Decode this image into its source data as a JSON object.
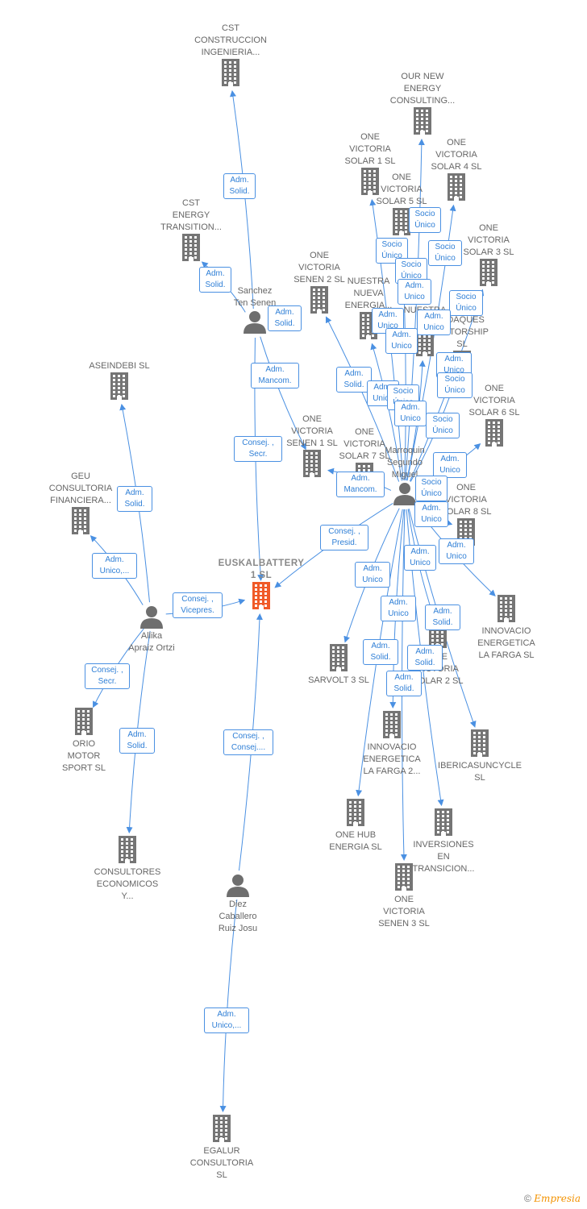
{
  "companies": [
    {
      "id": "cst_ci",
      "label": "CST\nCONSTRUCCION\nINGENIERIA..."
    },
    {
      "id": "cst_et",
      "label": "CST\nENERGY\nTRANSITION..."
    },
    {
      "id": "onc",
      "label": "OUR NEW\nENERGY\nCONSULTING..."
    },
    {
      "id": "ovs1",
      "label": "ONE\nVICTORIA\nSOLAR 1  SL"
    },
    {
      "id": "ovs4",
      "label": "ONE\nVICTORIA\nSOLAR 4  SL"
    },
    {
      "id": "ovs5",
      "label": "ONE\nVICTORIA\nSOLAR 5  SL"
    },
    {
      "id": "ovs3",
      "label": "ONE\nVICTORIA\nSOLAR 3  SL"
    },
    {
      "id": "ovsen2",
      "label": "ONE\nVICTORIA\nSENEN 2  SL"
    },
    {
      "id": "nne",
      "label": "NUESTRA\nNUEVA\nENERGIA..."
    },
    {
      "id": "nn2",
      "label": "NUESTRA\nN..."
    },
    {
      "id": "pds",
      "label": "...DAQUES\n...CTORSHIP\nSL"
    },
    {
      "id": "aseindebi",
      "label": "ASEINDEBI SL"
    },
    {
      "id": "ovs6",
      "label": "ONE\nVICTORIA\nSOLAR 6  SL"
    },
    {
      "id": "ovsen1",
      "label": "ONE\nVICTORIA\nSENEN 1  SL"
    },
    {
      "id": "ovs7",
      "label": "ONE\nVICTORIA\nSOLAR 7  SL"
    },
    {
      "id": "geu",
      "label": "GEU\nCONSULTORIA\nFINANCIERA..."
    },
    {
      "id": "ovs8",
      "label": "ONE\nVICTORIA\nSOLAR 8  SL"
    },
    {
      "id": "euskal",
      "label": "EUSKALBATTERY\n1  SL"
    },
    {
      "id": "ielf",
      "label": "INNOVACIO\nENERGETICA\nLA FARGA  SL"
    },
    {
      "id": "sarvolt",
      "label": "SARVOLT 3  SL"
    },
    {
      "id": "ovs2",
      "label": "ONE\nVICTORIA\nSOLAR 2  SL"
    },
    {
      "id": "orio",
      "label": "ORIO\nMOTOR\nSPORT  SL"
    },
    {
      "id": "ielf2",
      "label": "INNOVACIO\nENERGETICA\nLA FARGA 2..."
    },
    {
      "id": "iberica",
      "label": "IBERICASUNCYCLE\nSL"
    },
    {
      "id": "onehub",
      "label": "ONE HUB\nENERGIA  SL"
    },
    {
      "id": "inv",
      "label": "INVERSIONES\nEN\nTRANSICION..."
    },
    {
      "id": "consult",
      "label": "CONSULTORES\nECONOMICOS\nY..."
    },
    {
      "id": "ovsen3",
      "label": "ONE\nVICTORIA\nSENEN 3  SL"
    },
    {
      "id": "egalur",
      "label": "EGALUR\nCONSULTORIA\nSL"
    }
  ],
  "persons": [
    {
      "id": "sanchez",
      "label": "Sanchez\nTen Senen"
    },
    {
      "id": "marroquin",
      "label": "Marroquin\nSegundo\nMiguel"
    },
    {
      "id": "allika",
      "label": "Allika\nApraiz Ortzi"
    },
    {
      "id": "diez",
      "label": "Diez\nCaballero\nRuiz Josu"
    }
  ],
  "roles": [
    {
      "id": "r1",
      "label": "Adm.\nSolid."
    },
    {
      "id": "r2",
      "label": "Adm.\nSolid."
    },
    {
      "id": "r3",
      "label": "Adm.\nSolid."
    },
    {
      "id": "r4",
      "label": "Adm.\nMancom."
    },
    {
      "id": "r5",
      "label": "Consej. ,\nSecr."
    },
    {
      "id": "r6",
      "label": "Adm.\nSolid."
    },
    {
      "id": "r7",
      "label": "Adm.\nUnico,..."
    },
    {
      "id": "r8",
      "label": "Consej. ,\nVicepres."
    },
    {
      "id": "r9",
      "label": "Consej. ,\nSecr."
    },
    {
      "id": "r10",
      "label": "Adm.\nSolid."
    },
    {
      "id": "r11",
      "label": "Consej. ,\nConsej...."
    },
    {
      "id": "r12",
      "label": "Adm.\nUnico,..."
    },
    {
      "id": "r13",
      "label": "Socio\nÚnico"
    },
    {
      "id": "r14",
      "label": "Socio\nÚnico"
    },
    {
      "id": "r15",
      "label": "Socio\nÚnico"
    },
    {
      "id": "r16",
      "label": "Socio\nÚnico"
    },
    {
      "id": "r17",
      "label": "Adm.\nUnico"
    },
    {
      "id": "r18",
      "label": "Socio\nÚnico"
    },
    {
      "id": "r19",
      "label": "Adm.\nUnico"
    },
    {
      "id": "r20",
      "label": "Adm.\nUnico"
    },
    {
      "id": "r21",
      "label": "Adm.\nUnico"
    },
    {
      "id": "r22",
      "label": "Adm.\nSolid."
    },
    {
      "id": "r23",
      "label": "Adm.\nUnico"
    },
    {
      "id": "r24",
      "label": "Adm.\nUnico"
    },
    {
      "id": "r25",
      "label": "Socio\nÚnico"
    },
    {
      "id": "r26",
      "label": "Socio\nÚnico"
    },
    {
      "id": "r27",
      "label": "Adm.\nUnico"
    },
    {
      "id": "r28",
      "label": "Socio\nÚnico"
    },
    {
      "id": "r29",
      "label": "Adm.\nMancom."
    },
    {
      "id": "r30",
      "label": "Adm.\nUnico"
    },
    {
      "id": "r31",
      "label": "Socio\nÚnico"
    },
    {
      "id": "r32",
      "label": "Adm.\nUnico"
    },
    {
      "id": "r33",
      "label": "Consej. ,\nPresid."
    },
    {
      "id": "r34",
      "label": "Adm.\nUnico"
    },
    {
      "id": "r35",
      "label": "Adm.\nUnico"
    },
    {
      "id": "r36",
      "label": "Adm.\nUnico"
    },
    {
      "id": "r37",
      "label": "Adm.\nUnico"
    },
    {
      "id": "r38",
      "label": "Adm.\nSolid."
    },
    {
      "id": "r39",
      "label": "Adm.\nSolid."
    },
    {
      "id": "r40",
      "label": "Adm.\nSolid."
    },
    {
      "id": "r41",
      "label": "Adm.\nSolid."
    }
  ],
  "colors": {
    "edge": "#4a90e2",
    "building": "#757575",
    "focus": "#f05a28",
    "person": "#6e6e6e"
  },
  "watermark": {
    "symbol": "©",
    "brand": "Empresia"
  }
}
